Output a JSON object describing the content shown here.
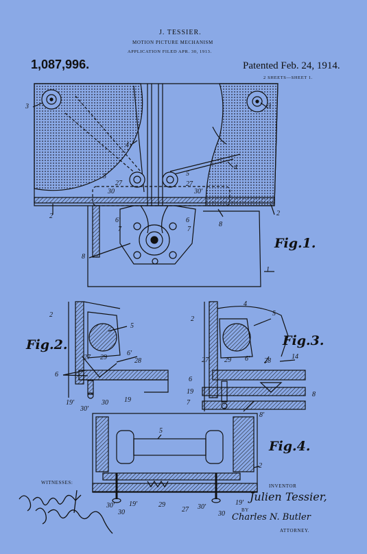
{
  "header": {
    "inventor_name": "J. TESSIER.",
    "title": "MOTION PICTURE MECHANISM",
    "filed": "APPLICATION FILED APR. 30, 1913.",
    "patent_number": "1,087,996.",
    "patented": "Patented Feb. 24, 1914.",
    "sheets": "2 SHEETS—SHEET 1."
  },
  "figures": {
    "fig1": "Fig.1.",
    "fig2": "Fig.2.",
    "fig3": "Fig.3.",
    "fig4": "Fig.4."
  },
  "labels": {
    "l1": "1",
    "l2": "2",
    "l3": "3",
    "l4": "4",
    "l5": "5",
    "l6": "6",
    "l6p": "6'",
    "l7": "7",
    "l8": "8",
    "l8p": "8'",
    "l14": "14",
    "l19": "19",
    "l19p": "19'",
    "l27": "27",
    "l28": "28",
    "l29": "29",
    "l30": "30",
    "l30p": "30'"
  },
  "footer": {
    "witnesses_label": "WITNESSES:",
    "inventor_label": "INVENTOR",
    "inventor_signature": "Julien Tessier,",
    "by": "BY",
    "attorney_signature": "Charles N. Butler",
    "attorney_label": "ATTORNEY."
  }
}
